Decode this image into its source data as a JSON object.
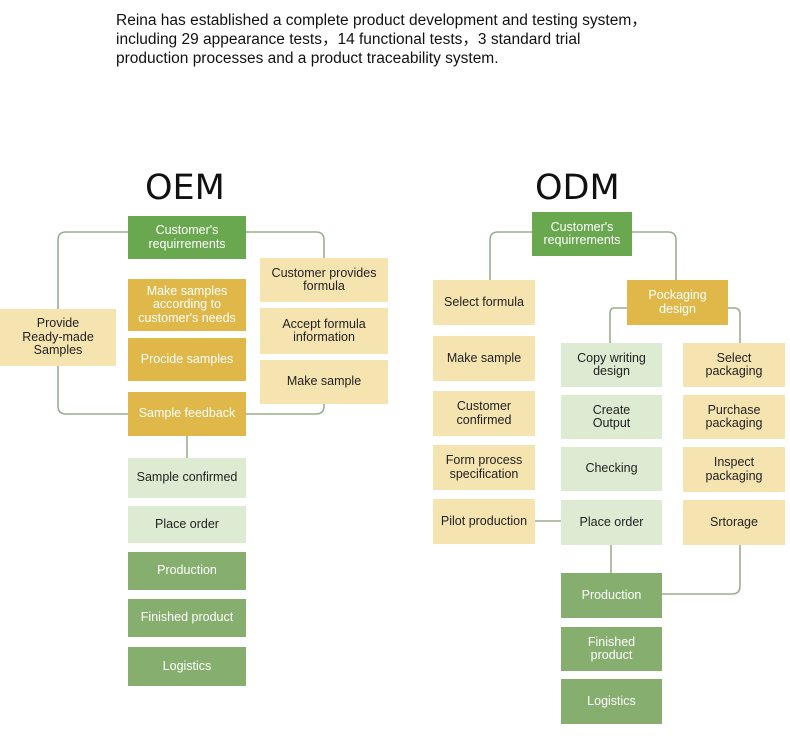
{
  "intro": "Reina has established a complete product development and testing system，\nincluding 29 appearance tests，14 functional tests，3 standard trial\nproduction processes and a product traceability system.",
  "oem": {
    "title": "OEM",
    "customer_requirements": "Customer's\nrequirrements",
    "make_samples": "Make samples\naccording to\ncustomer's needs",
    "provide_samples": "Procide samples",
    "sample_feedback": "Sample feedback",
    "provide_readymade": "Provide\nReady-made\nSamples",
    "customer_provides_formula": "Customer provides\nformula",
    "accept_formula": "Accept formula\ninformation",
    "make_sample": "Make sample",
    "sample_confirmed": "Sample confirmed",
    "place_order": "Place order",
    "production": "Production",
    "finished_product": "Finished product",
    "logistics": "Logistics"
  },
  "odm": {
    "title": "ODM",
    "customer_requirements": "Customer's\nrequirrements",
    "select_formula": "Select formula",
    "make_sample": "Make sample",
    "customer_confirmed": "Customer\nconfirmed",
    "form_process": "Form process\nspecification",
    "pilot_production": "Pilot production",
    "packaging_design": "Pockaging\ndesign",
    "copy_writing": "Copy writing\ndesign",
    "create_output": "Create\nOutput",
    "checking": "Checking",
    "place_order": "Place order",
    "select_packaging": "Select\npackaging",
    "purchase_packaging": "Purchase\npackaging",
    "inspect_packaging": "Inspect\npackaging",
    "storage": "Srtorage",
    "production": "Production",
    "finished_product": "Finished\nproduct",
    "logistics": "Logistics"
  }
}
